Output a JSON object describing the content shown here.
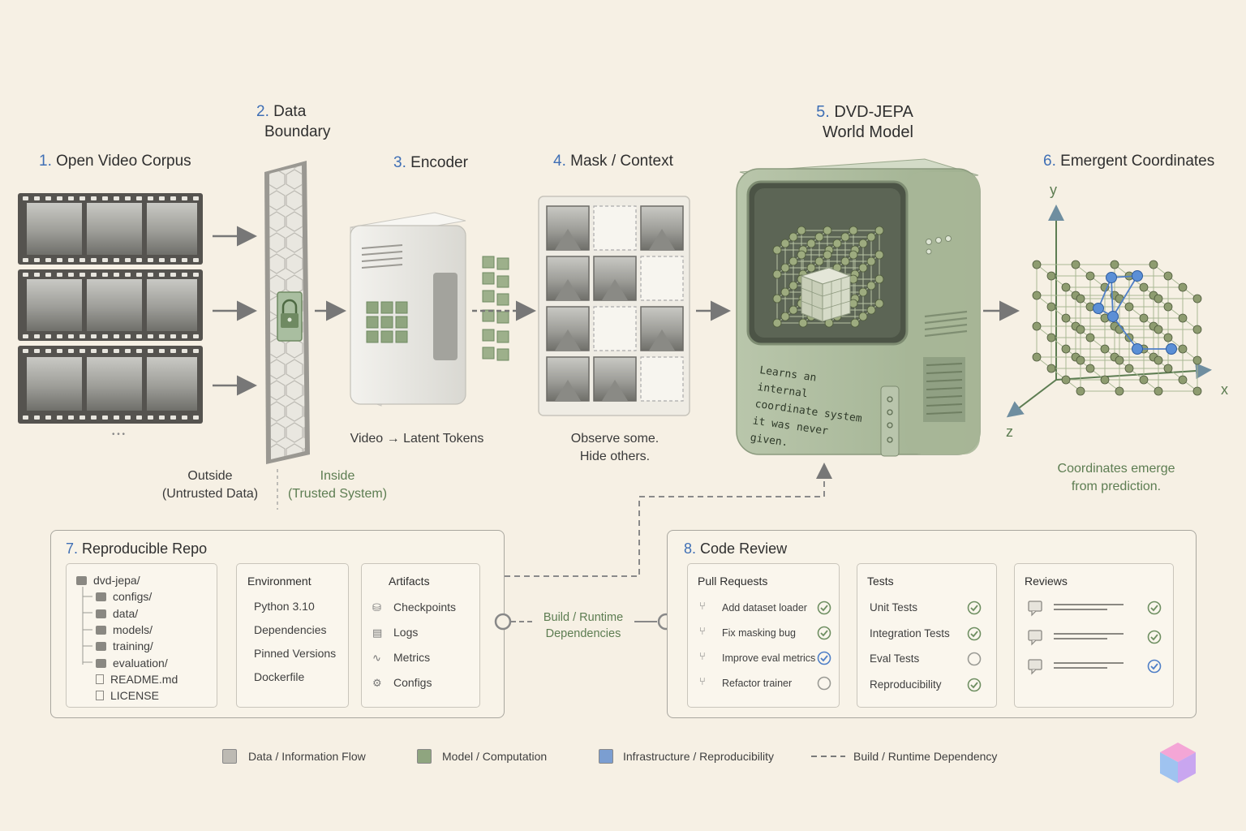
{
  "steps": {
    "s1": {
      "num": "1.",
      "title": "Open Video Corpus"
    },
    "s2": {
      "num": "2.",
      "title_line1": "Data",
      "title_line2": "Boundary"
    },
    "s3": {
      "num": "3.",
      "title": "Encoder"
    },
    "s4": {
      "num": "4.",
      "title": "Mask / Context"
    },
    "s5": {
      "num": "5.",
      "title_line1": "DVD-JEPA",
      "title_line2": "World Model"
    },
    "s6": {
      "num": "6.",
      "title": "Emergent Coordinates"
    }
  },
  "corpus": {
    "more": "• • •"
  },
  "boundary": {
    "outside_line1": "Outside",
    "outside_line2": "(Untrusted Data)",
    "inside_line1": "Inside",
    "inside_line2": "(Trusted System)"
  },
  "encoder": {
    "caption": "Video → Latent Tokens"
  },
  "mask": {
    "caption_line1": "Observe some.",
    "caption_line2": "Hide others."
  },
  "world_model": {
    "screen_line1": "Learns an internal",
    "screen_line2": "coordinate system",
    "screen_line3": "it was never given."
  },
  "coords": {
    "axis_y": "y",
    "axis_x": "x",
    "axis_z": "z",
    "caption_line1": "Coordinates emerge",
    "caption_line2": "from prediction."
  },
  "repo": {
    "num": "7.",
    "title": "Reproducible Repo",
    "tree": [
      {
        "name": "dvd-jepa/",
        "icon": "folder-icon"
      },
      {
        "name": "configs/",
        "icon": "folder-icon"
      },
      {
        "name": "data/",
        "icon": "folder-icon"
      },
      {
        "name": "models/",
        "icon": "folder-icon"
      },
      {
        "name": "training/",
        "icon": "folder-icon"
      },
      {
        "name": "evaluation/",
        "icon": "folder-icon"
      },
      {
        "name": "README.md",
        "icon": "file-icon"
      },
      {
        "name": "LICENSE",
        "icon": "file-icon"
      }
    ],
    "environment": {
      "title": "Environment",
      "items": [
        "Python 3.10",
        "Dependencies",
        "Pinned Versions",
        "Dockerfile"
      ]
    },
    "artifacts": {
      "title": "Artifacts",
      "items": [
        {
          "label": "Checkpoints",
          "icon": "database-icon"
        },
        {
          "label": "Logs",
          "icon": "document-icon"
        },
        {
          "label": "Metrics",
          "icon": "chart-icon"
        },
        {
          "label": "Configs",
          "icon": "gear-icon"
        }
      ]
    }
  },
  "dependency": {
    "line1": "Build / Runtime",
    "line2": "Dependencies"
  },
  "review": {
    "num": "8.",
    "title": "Code Review",
    "pull_requests": {
      "title": "Pull Requests",
      "items": [
        {
          "label": "Add dataset loader",
          "status": "done"
        },
        {
          "label": "Fix masking bug",
          "status": "done"
        },
        {
          "label": "Improve eval metrics",
          "status": "in-progress"
        },
        {
          "label": "Refactor trainer",
          "status": "pending"
        }
      ]
    },
    "tests": {
      "title": "Tests",
      "items": [
        {
          "label": "Unit Tests",
          "status": "done"
        },
        {
          "label": "Integration Tests",
          "status": "done"
        },
        {
          "label": "Eval Tests",
          "status": "pending"
        },
        {
          "label": "Reproducibility",
          "status": "done"
        }
      ]
    },
    "reviews": {
      "title": "Reviews",
      "statuses": [
        "done",
        "done",
        "in-progress"
      ]
    }
  },
  "legend": [
    {
      "label": "Data / Information Flow",
      "color": "#bdbab3"
    },
    {
      "label": "Model / Computation",
      "color": "#8fa57f"
    },
    {
      "label": "Infrastructure / Reproducibility",
      "color": "#7b9ed1"
    },
    {
      "label": "Build / Runtime Dependency",
      "color": "#7a7a7a"
    }
  ],
  "colors": {
    "accent_blue": "#3f6fb5",
    "model_green": "#8fa57f",
    "node_green": "#7f8f62",
    "background": "#f6f0e4"
  }
}
